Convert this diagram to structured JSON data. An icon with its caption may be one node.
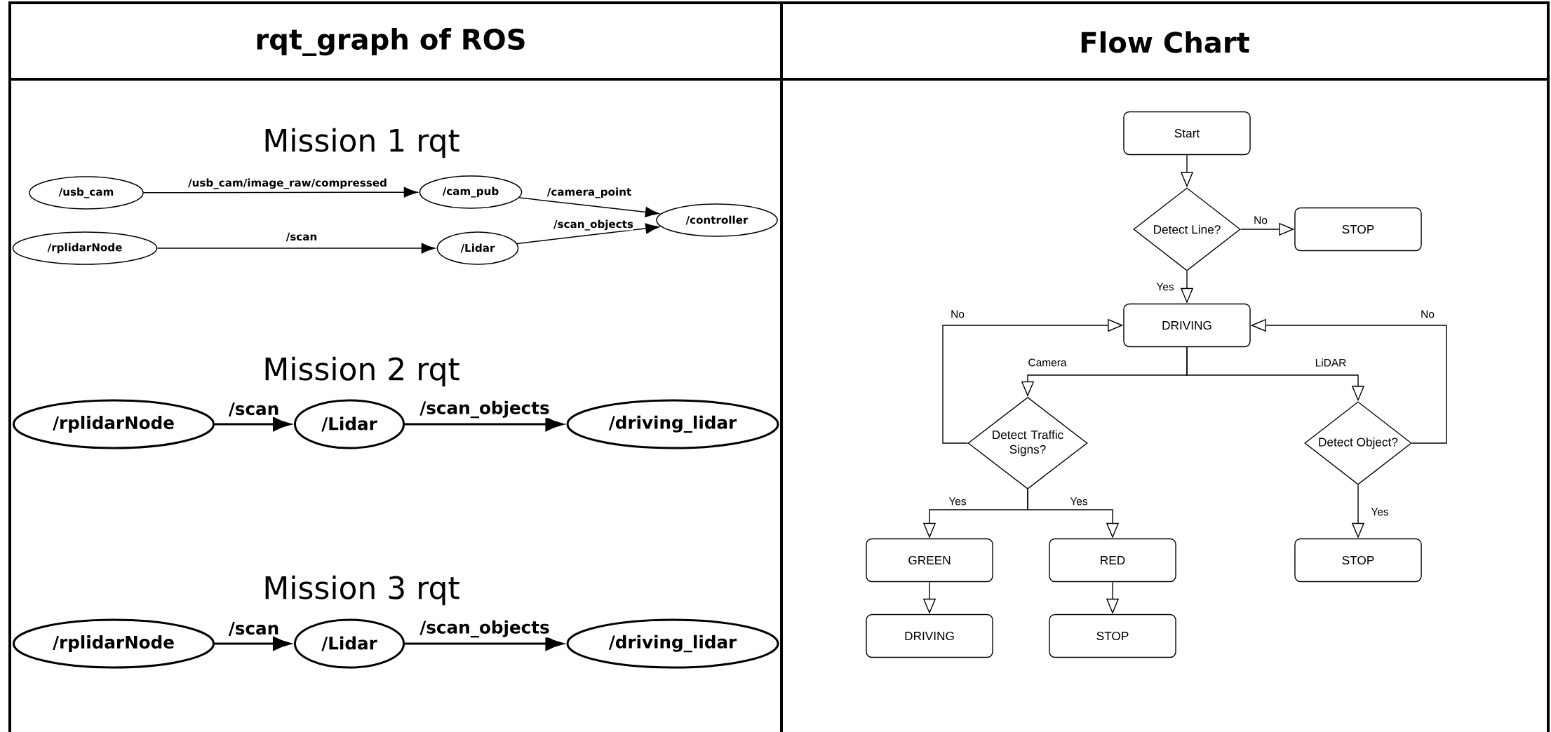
{
  "diagram": {
    "nodes": [
      {
        "text": [
          "/usb_cam"
        ]
      },
      {
        "text": [
          "/cam_pub"
        ]
      },
      {
        "text": [
          "/controller"
        ]
      },
      {
        "text": [
          "/rplidarNode"
        ]
      },
      {
        "text": [
          "/Lidar"
        ]
      },
      {
        "text": [
          "/rplidarNode"
        ]
      },
      {
        "text": [
          "/Lidar"
        ]
      },
      {
        "text": [
          "/driving_lidar"
        ]
      },
      {
        "text": [
          "/rplidarNode"
        ]
      },
      {
        "text": [
          "/Lidar"
        ]
      },
      {
        "text": [
          "/driving_lidar"
        ]
      },
      {
        "text": [
          "Start"
        ]
      },
      {
        "text": [
          "Detect Line?"
        ]
      },
      {
        "text": [
          "STOP"
        ]
      },
      {
        "text": [
          "DRIVING"
        ]
      },
      {
        "text": [
          "Detect Traffic Signs?"
        ]
      },
      {
        "text": [
          "Detect Object?"
        ]
      },
      {
        "text": [
          "GREEN"
        ]
      },
      {
        "text": [
          "RED"
        ]
      },
      {
        "text": [
          "STOP"
        ]
      },
      {
        "text": [
          "DRIVING"
        ]
      },
      {
        "text": [
          "STOP"
        ]
      }
    ],
    "edges": [
      {
        "from": 0,
        "to": 1,
        "arrow": "to",
        "label": "/usb_cam/image_raw/compressed"
      },
      {
        "from": 1,
        "to": 2,
        "arrow": "to",
        "label": "/camera_point"
      },
      {
        "from": 3,
        "to": 4,
        "arrow": "to",
        "label": "/scan"
      },
      {
        "from": 4,
        "to": 2,
        "arrow": "to",
        "label": "/scan_objects"
      },
      {
        "from": 5,
        "to": 6,
        "arrow": "to",
        "label": "/scan"
      },
      {
        "from": 6,
        "to": 7,
        "arrow": "to",
        "label": "/scan_objects"
      },
      {
        "from": 8,
        "to": 9,
        "arrow": "to",
        "label": "/scan"
      },
      {
        "from": 9,
        "to": 10,
        "arrow": "to",
        "label": "/scan_objects"
      },
      {
        "from": 11,
        "to": 12,
        "arrow": "to"
      },
      {
        "from": 12,
        "to": 13,
        "arrow": "to",
        "label": "No"
      },
      {
        "from": 12,
        "to": 14,
        "arrow": "to",
        "label": "Yes"
      },
      {
        "from": 14,
        "to": 15,
        "arrow": "to",
        "label": "Camera"
      },
      {
        "from": 14,
        "to": 16,
        "arrow": "to",
        "label": "LiDAR"
      },
      {
        "from": 15,
        "to": 14,
        "arrow": "to",
        "label": "No"
      },
      {
        "from": 16,
        "to": 14,
        "arrow": "to",
        "label": "No"
      },
      {
        "from": 15,
        "to": 17,
        "arrow": "to",
        "label": "Yes"
      },
      {
        "from": 15,
        "to": 18,
        "arrow": "to",
        "label": "Yes"
      },
      {
        "from": 16,
        "to": 19,
        "arrow": "to",
        "label": "Yes"
      },
      {
        "from": 17,
        "to": 20,
        "arrow": "to"
      },
      {
        "from": 18,
        "to": 21,
        "arrow": "to"
      }
    ],
    "labels": [
      "rqt_graph of ROS",
      "Flow Chart",
      "Mission 1 rqt",
      "Mission 2 rqt",
      "Mission 3 rqt"
    ]
  }
}
